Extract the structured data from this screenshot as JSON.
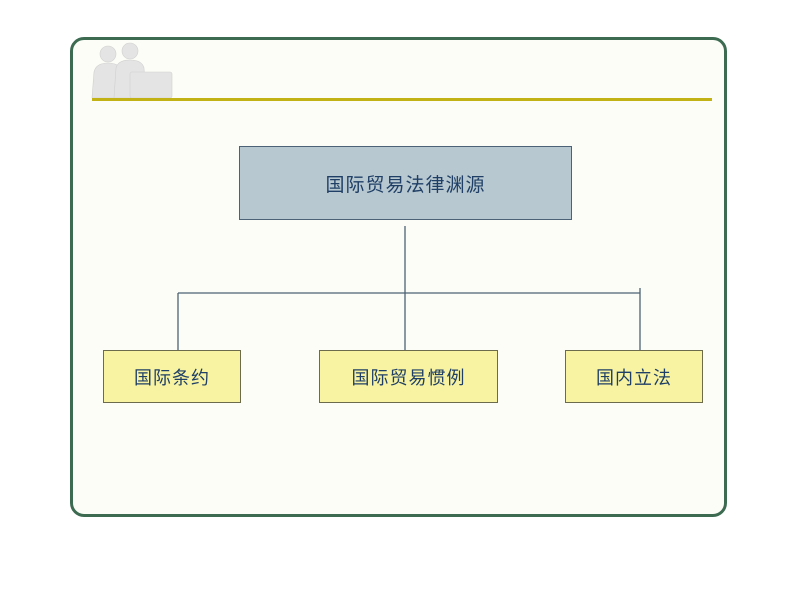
{
  "diagram": {
    "root": {
      "label": "国际贸易法律渊源"
    },
    "children": [
      {
        "label": "国际条约"
      },
      {
        "label": "国际贸易惯例"
      },
      {
        "label": "国内立法"
      }
    ],
    "colors": {
      "frame_border": "#3d6b52",
      "header_rule": "#c2b215",
      "root_fill": "#b8c8d0",
      "child_fill": "#f7f3a2",
      "text": "#1f3f66",
      "connector": "#4c6276"
    }
  }
}
